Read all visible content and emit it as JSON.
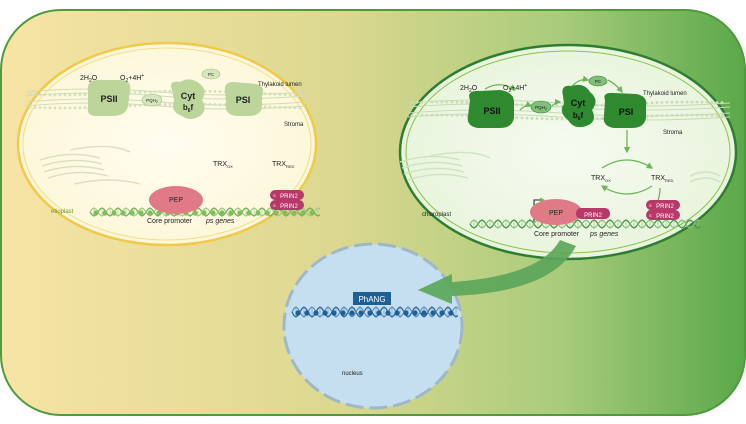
{
  "etioplast": {
    "water": "2H",
    "water_sub": "2",
    "water_end": "O",
    "oxygen": "O",
    "oxygen_sub": "2",
    "oxygen_end": "+4H",
    "oxygen_sup": "+",
    "psii": "PSII",
    "pqh": "PQH",
    "pqh_sub": "2",
    "cyt": "Cyt",
    "cyt_b": "b",
    "cyt_sub": "6",
    "cyt_f": "f",
    "psi": "PSI",
    "pc": "PC",
    "lumen": "Thylakoid lumen",
    "stroma": "Stroma",
    "trx_ox": "TRX",
    "trx_ox_sub": "OX",
    "trx_red": "TRX",
    "trx_red_sub": "RED",
    "pep": "PEP",
    "prin2_a": "PRIN2",
    "prin2_b": "PRIN2",
    "s_a": "S",
    "s_b": "S",
    "core_promoter": "Core promoter",
    "ps_genes": "ps genes",
    "label": "etioplast"
  },
  "chloroplast": {
    "water": "2H",
    "water_sub": "2",
    "water_end": "O",
    "oxygen": "O",
    "oxygen_sub": "2",
    "oxygen_end": "+4H",
    "oxygen_sup": "+",
    "psii": "PSII",
    "pqh": "PQH",
    "pqh_sub": "2",
    "cyt": "Cyt",
    "cyt_b": "b",
    "cyt_sub": "6",
    "cyt_f": "f",
    "psi": "PSI",
    "pc": "PC",
    "lumen": "Thylakoid lumen",
    "stroma": "Stroma",
    "trx_ox": "TRX",
    "trx_ox_sub": "OX",
    "trx_red": "TRX",
    "trx_red_sub": "RED",
    "pep": "PEP",
    "prin2_a": "PRIN2",
    "prin2_b": "PRIN2",
    "prin2_c": "PRIN2",
    "s_a": "S",
    "s_b": "S",
    "core_promoter": "Core promoter",
    "ps_genes": "ps genes",
    "label": "chloroplast"
  },
  "nucleus": {
    "phang": "PhANG",
    "label": "nucleus"
  },
  "colors": {
    "cell_left": "#f6e3a4",
    "cell_right": "#5aa84a",
    "protein_etio": "#bcd59a",
    "protein_chloro": "#2f8a2f",
    "pep": "#e07a86",
    "prin2": "#b8386a",
    "nucleus_fill": "#c5dff0",
    "phang": "#1f5f95",
    "arrow": "#5ba65a"
  }
}
